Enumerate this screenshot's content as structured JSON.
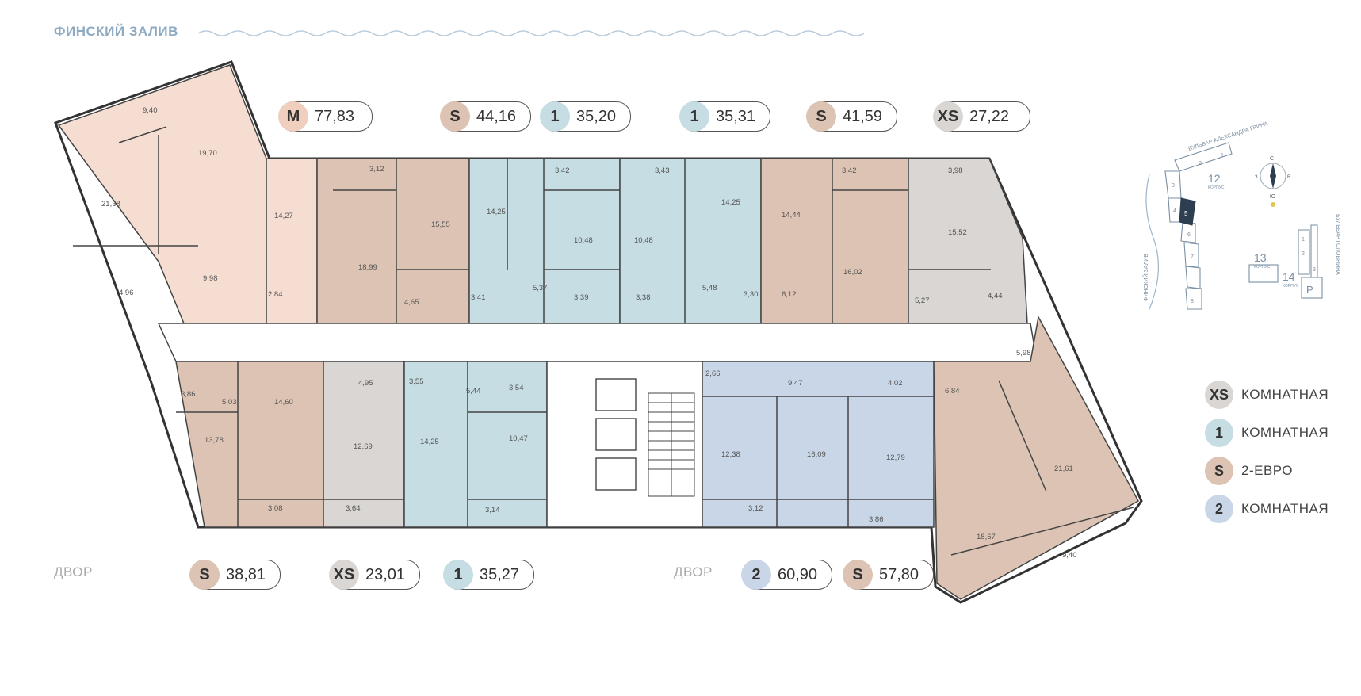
{
  "labels": {
    "sea": "ФИНСКИЙ ЗАЛИВ",
    "yard_left": "ДВОР",
    "yard_right": "ДВОР"
  },
  "colors": {
    "XS": "#d9d6d3",
    "1": "#c5dde3",
    "S": "#dcc3b3",
    "M": "#f3d9cd",
    "2": "#c8d6e8",
    "sea": "#8eaac2"
  },
  "apartments_top": [
    {
      "type": "M",
      "area": "77,83"
    },
    {
      "type": "S",
      "area": "44,16"
    },
    {
      "type": "1",
      "area": "35,20"
    },
    {
      "type": "1",
      "area": "35,31"
    },
    {
      "type": "S",
      "area": "41,59"
    },
    {
      "type": "XS",
      "area": "27,22"
    }
  ],
  "apartments_bottom": [
    {
      "type": "S",
      "area": "38,81"
    },
    {
      "type": "XS",
      "area": "23,01"
    },
    {
      "type": "1",
      "area": "35,27"
    },
    {
      "type": "2",
      "area": "60,90"
    },
    {
      "type": "S",
      "area": "57,80"
    }
  ],
  "legend": [
    {
      "type": "XS",
      "label": "КОМНАТНАЯ"
    },
    {
      "type": "1",
      "label": "КОМНАТНАЯ"
    },
    {
      "type": "S",
      "label": "2-ЕВРО"
    },
    {
      "type": "2",
      "label": "КОМНАТНАЯ"
    }
  ],
  "rooms": {
    "a1": "9,40",
    "a2": "19,70",
    "a3": "21,38",
    "a4": "14,27",
    "a5": "9,98",
    "a6": "4,96",
    "a7": "2,84",
    "b1": "3,12",
    "b2": "18,99",
    "b3": "15,55",
    "b4": "4,65",
    "b5": "3,41",
    "c1": "14,25",
    "c2": "3,42",
    "c3": "10,48",
    "c4": "5,37",
    "c5": "3,39",
    "d1": "3,43",
    "d2": "10,48",
    "d3": "14,25",
    "d4": "3,38",
    "d5": "5,48",
    "e1": "3,42",
    "e2": "14,44",
    "e3": "16,02",
    "e4": "3,30",
    "e5": "6,12",
    "f1": "3,98",
    "f2": "15,52",
    "f3": "5,27",
    "f4": "4,44",
    "g1": "3,86",
    "g2": "5,03",
    "g3": "13,78",
    "g4": "14,60",
    "g5": "3,08",
    "h1": "4,95",
    "h2": "3,55",
    "h3": "12,69",
    "h4": "3,64",
    "i1": "5,44",
    "i2": "3,54",
    "i3": "14,25",
    "i4": "10,47",
    "i5": "3,14",
    "j1": "2,66",
    "j2": "9,47",
    "j3": "4,02",
    "j4": "12,38",
    "j5": "16,09",
    "j6": "12,79",
    "j7": "3,12",
    "j8": "3,86",
    "k1": "5,98",
    "k2": "6,84",
    "k3": "21,61",
    "k4": "18,67",
    "k5": "9,40"
  },
  "keyplan": {
    "street_top": "БУЛЬВАР АЛЕКСАНДРА ГРИНА",
    "street_side": "ФИНСКИЙ ЗАЛИВ",
    "street_right": "БУЛЬВАР ГОЛОВНИНА",
    "sections": [
      "1",
      "2",
      "3",
      "4",
      "5",
      "6",
      "7",
      "8"
    ],
    "k12": "12",
    "k13": "13",
    "k14": "14",
    "korpus": "КОРПУС",
    "parking": "P",
    "compass_n": "С",
    "compass_s": "Ю",
    "compass_w": "З",
    "compass_e": "В",
    "r1": "1",
    "r2": "2",
    "r3": "3"
  }
}
